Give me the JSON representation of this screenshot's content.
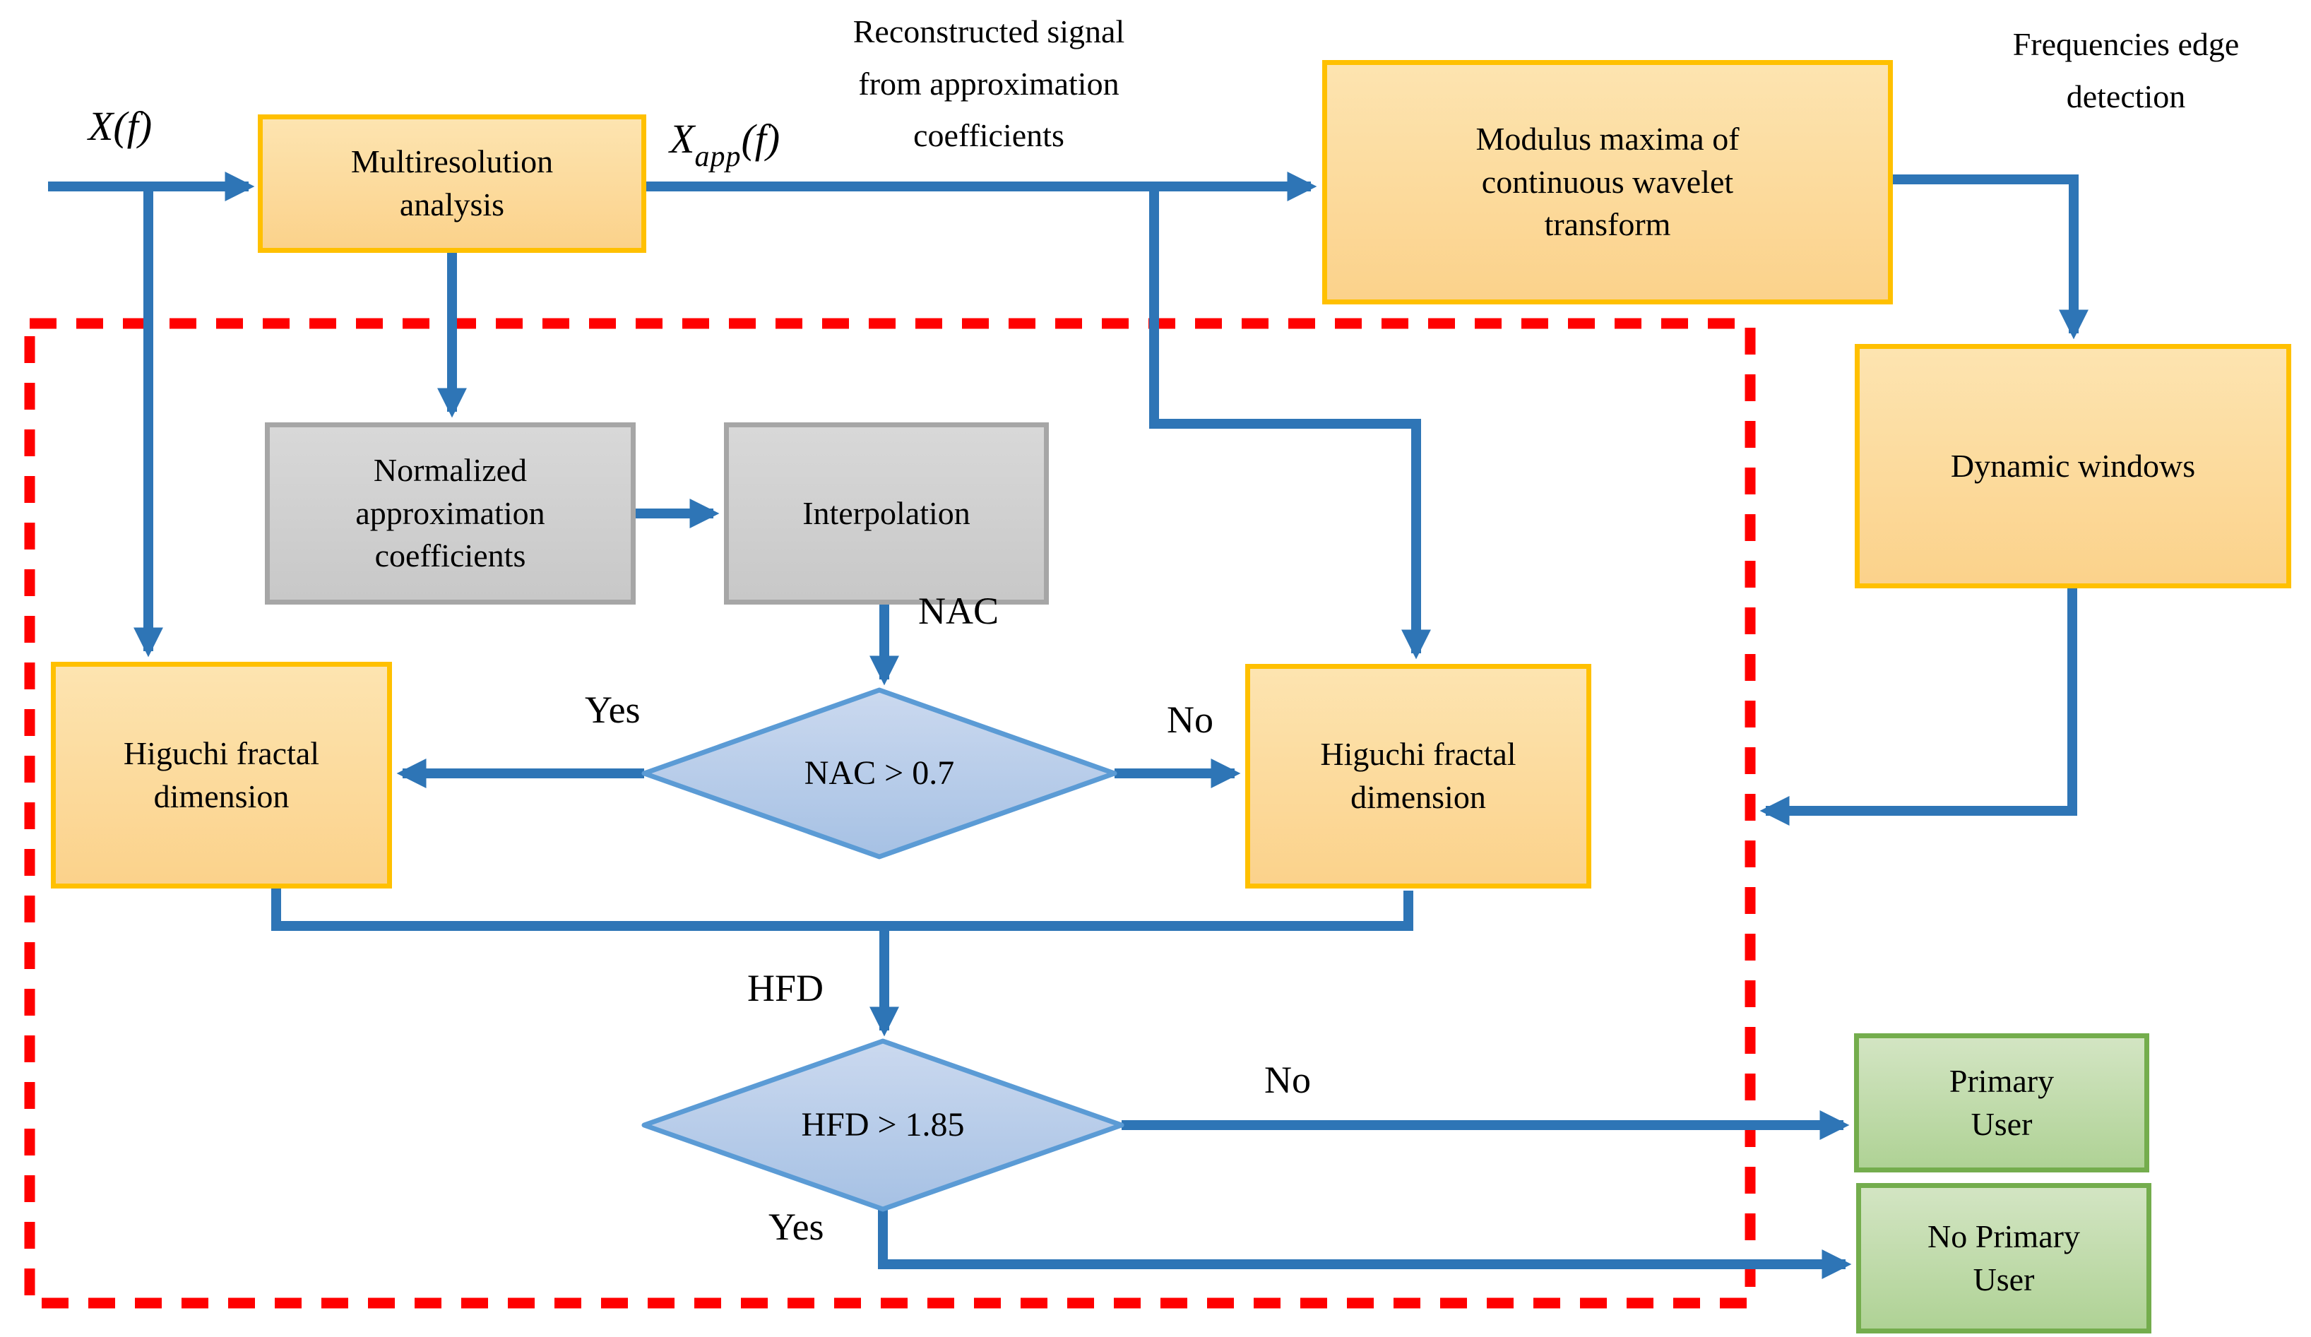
{
  "figure": {
    "type": "flowchart",
    "description": "Spectrum sensing flow diagram with wavelet analysis and Higuchi fractal dimension decisions"
  },
  "colors": {
    "arrow_blue": "#2E75B6",
    "process_orange_fill": "#FCDA9C",
    "process_orange_border": "#FFC000",
    "process_gray_fill": "#D0D0D0",
    "process_gray_border": "#A6A6A6",
    "decision_blue_fill": "#B9CDE9",
    "decision_blue_border": "#5B9BD5",
    "terminal_green_fill": "#C2DBAD",
    "terminal_green_border": "#74AD4D",
    "loop_region_red": "#FF0000"
  },
  "nodes": {
    "multiresolution": {
      "label": "Multiresolution analysis"
    },
    "modulus_maxima": {
      "label": "Modulus maxima of continuous wavelet transform"
    },
    "dynamic_windows": {
      "label": "Dynamic windows"
    },
    "normalized_coefficients": {
      "label": "Normalized approximation coefficients"
    },
    "interpolation": {
      "label": "Interpolation"
    },
    "higuchi_left": {
      "label": "Higuchi fractal dimension"
    },
    "higuchi_right": {
      "label": "Higuchi fractal dimension"
    },
    "primary_user": {
      "label": "Primary User"
    },
    "no_primary_user": {
      "label": "No Primary User"
    },
    "nac_decision": {
      "label": "NAC > 0.7"
    },
    "hfd_decision": {
      "label": "HFD > 1.85"
    }
  },
  "labels": {
    "input_signal": "X(f)",
    "xapp_base": "X",
    "xapp_sub": "app",
    "xapp_paren": "(f)",
    "reconstructed_signal": "Reconstructed signal from approximation coefficients",
    "frequencies_edge": "Frequencies edge detection",
    "nac": "NAC",
    "hfd": "HFD",
    "nac_yes": "Yes",
    "nac_no": "No",
    "hfd_no": "No",
    "hfd_yes": "Yes"
  }
}
